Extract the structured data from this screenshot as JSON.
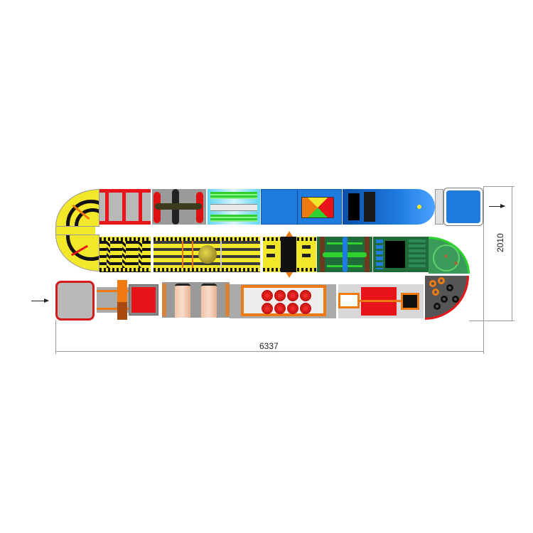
{
  "diagram": {
    "title": "Inflatable obstacle course top view",
    "dimensions": {
      "width_label": "6337",
      "height_label": "2010"
    },
    "entry_arrow": "arrow-right-icon",
    "exit_arrow": "arrow-right-icon",
    "colors": {
      "yellow": "#f3e72a",
      "red": "#e8141a",
      "blue": "#1f7be0",
      "green": "#2fd12f",
      "dark_green": "#1f6b3a",
      "orange": "#f07a12",
      "grey": "#b9b9b9",
      "black": "#111111"
    },
    "rows": {
      "top": {
        "sections": [
          {
            "name": "curve-yellow-top",
            "color": "#f3e72a"
          },
          {
            "name": "red-bars-gate",
            "color": "#e8141a"
          },
          {
            "name": "red-cross-barrier",
            "color": "#e8141a"
          },
          {
            "name": "green-cyan-tunnel",
            "color": "#2fd12f"
          },
          {
            "name": "blue-pyramid-block",
            "color": "#1f7be0"
          },
          {
            "name": "blue-climb-slide",
            "color": "#1f7be0"
          },
          {
            "name": "blue-exit-pad",
            "color": "#1f7be0"
          }
        ]
      },
      "middle": {
        "sections": [
          {
            "name": "curve-yellow-bottom",
            "color": "#f3e72a"
          },
          {
            "name": "yellow-rope-weave",
            "color": "#f3e72a"
          },
          {
            "name": "yellow-sweeper",
            "color": "#f3e72a"
          },
          {
            "name": "yellow-black-climb",
            "color": "#f3e72a"
          },
          {
            "name": "green-cross-pillars",
            "color": "#1f6b3a"
          },
          {
            "name": "green-blue-climb",
            "color": "#1f6b3a"
          },
          {
            "name": "curve-green",
            "color": "#2fd12f"
          }
        ]
      },
      "bottom": {
        "sections": [
          {
            "name": "grey-entry-pad",
            "color": "#b9b9b9"
          },
          {
            "name": "orange-entry-ramp",
            "color": "#f07a12"
          },
          {
            "name": "roller-section",
            "color": "#f2c4a6"
          },
          {
            "name": "red-pop-up-pillars",
            "color": "#e8141a"
          },
          {
            "name": "red-tunnel-block",
            "color": "#e8141a"
          },
          {
            "name": "curve-tires",
            "color": "#e8141a"
          }
        ]
      }
    }
  }
}
